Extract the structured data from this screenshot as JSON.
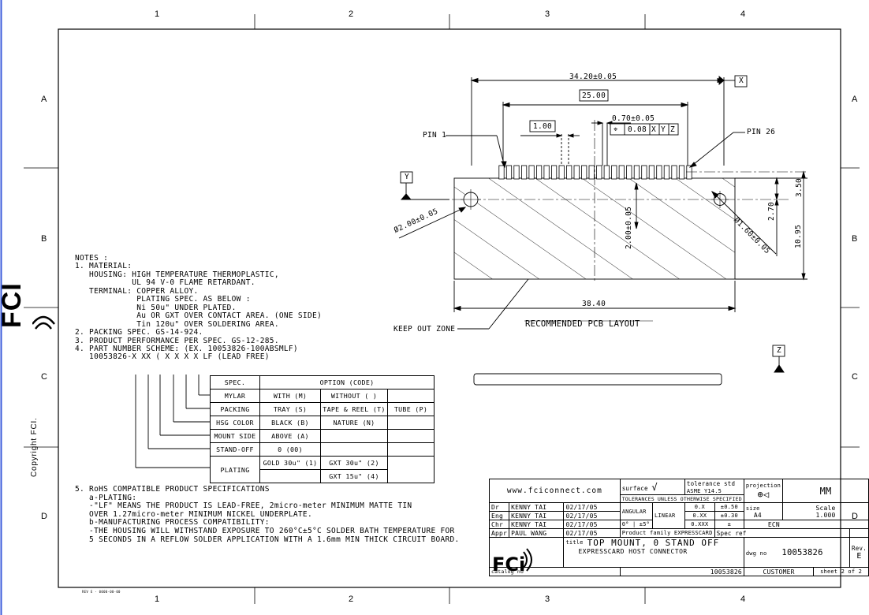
{
  "grid": {
    "columns": [
      "1",
      "2",
      "3",
      "4"
    ],
    "rows": [
      "A",
      "B",
      "C",
      "D"
    ]
  },
  "left_margin": {
    "logo": "FCI",
    "copyright": "Copyright FCI."
  },
  "bottom_tiny": "REV E - 0000-00-00",
  "drawing": {
    "dim_overall": "34.20±0.05",
    "dim_pitch_span": "25.00",
    "dim_pitch": "1.00",
    "dim_pad": "0.70±0.05",
    "fcf_symbol": "⌖",
    "fcf_tol": "0.08",
    "fcf_datum1": "X",
    "fcf_datum2": "Y",
    "fcf_datum3": "Z",
    "datum_x": "X",
    "datum_y": "Y",
    "datum_z": "Z",
    "pin1": "PIN 1",
    "pin26": "PIN 26",
    "hole_left": "Ø2.00±0.05",
    "hole_right": "Ø1.60±0.05",
    "dim_hole_center": "2.00±0.05",
    "dim_right_top": "3.50",
    "dim_right_mid": "2.70",
    "dim_right_full": "10.95",
    "dim_width": "38.40",
    "keep_out": "KEEP OUT ZONE",
    "layout_title": "RECOMMENDED PCB LAYOUT"
  },
  "notes": [
    "NOTES :",
    "1. MATERIAL:",
    "   HOUSING: HIGH TEMPERATURE THERMOPLASTIC,",
    "            UL 94 V-0 FLAME RETARDANT.",
    "   TERMINAL: COPPER ALLOY.",
    "             PLATING SPEC. AS BELOW :",
    "             Ni 50u\" UNDER PLATED.",
    "             Au OR GXT OVER CONTACT AREA. (ONE SIDE)",
    "             Tin 120u\" OVER SOLDERING AREA.",
    "2. PACKING SPEC. GS-14-924.",
    "3. PRODUCT PERFORMANCE PER SPEC. GS-12-285.",
    "4. PART NUMBER SCHEME: (EX. 10053826-100ABSMLF)",
    "   10053826-X XX ( X X X X LF (LEAD FREE)"
  ],
  "option_table": {
    "header": [
      "SPEC.",
      "OPTION (CODE)"
    ],
    "mylar": [
      "MYLAR",
      "WITH (M)",
      "WITHOUT ( )"
    ],
    "packing": [
      "PACKING",
      "TRAY (S)",
      "TAPE & REEL (T)",
      "TUBE (P)"
    ],
    "hsg": [
      "HSG COLOR",
      "BLACK (B)",
      "NATURE (N)"
    ],
    "mount": [
      "MOUNT SIDE",
      "ABOVE (A)"
    ],
    "standoff": [
      "STAND-OFF",
      "0 (00)"
    ],
    "plating": [
      "PLATING",
      "GOLD 30u\" (1)",
      "GXT 30u\" (2)",
      "GXT 15u\" (4)"
    ]
  },
  "rohs": [
    "5. RoHS COMPATIBLE PRODUCT SPECIFICATIONS",
    "   a-PLATING:",
    "   -\"LF\" MEANS THE PRODUCT IS LEAD-FREE, 2micro-meter MINIMUM MATTE TIN",
    "   OVER 1.27micro-meter MINIMUM NICKEL UNDERPLATE.",
    "   b-MANUFACTURING PROCESS COMPATIBILITY:",
    "   -THE HOUSING WILL WITHSTAND EXPOSURE TO 260°C±5°C SOLDER BATH TEMPERATURE FOR",
    "   5 SECONDS IN A REFLOW SOLDER APPLICATION WITH A 1.6mm MIN THICK CIRCUIT BOARD."
  ],
  "title_block": {
    "website": "www.fciconnect.com",
    "surface_label": "surface",
    "tolerance_std": "tolerance std",
    "asme": "ASME Y14.5",
    "projection": "projection",
    "units": "MM",
    "tol_note": "TOLERANCES UNLESS OTHERWISE SPECIFIED",
    "angular": "ANGULAR",
    "linear": "LINEAR",
    "ang_val": "0°",
    "ang_tol": "±5°",
    "lin": [
      [
        "0.X",
        "±0.50"
      ],
      [
        "0.XX",
        "±0.30"
      ],
      [
        "0.XXX",
        "±"
      ]
    ],
    "size_label": "size",
    "size": "A4",
    "scale_label": "Scale",
    "scale": "1.000",
    "ecn": "ECN",
    "spec_ref": "Spec ref",
    "product_family_label": "Product family",
    "product_family": "EXPRESSCARD",
    "people": [
      [
        "Dr",
        "KENNY TAI",
        "02/17/05"
      ],
      [
        "Eng",
        "KENNY TAI",
        "02/17/05"
      ],
      [
        "Chr",
        "KENNY TAI",
        "02/17/05"
      ],
      [
        "Appr",
        "PAUL WANG",
        "02/17/05"
      ]
    ],
    "title_label": "title",
    "title1": "TOP MOUNT, 0 STAND OFF",
    "title2": "EXPRESSCARD HOST CONNECTOR",
    "dwg_label": "dwg no",
    "dwg_no": "10053826",
    "rev_label": "Rev.",
    "rev": "E",
    "catalog_label": "catalog no",
    "catalog_no": "10053826",
    "customer": "CUSTOMER",
    "sheet": "sheet 2 of 2",
    "logo": "FCi"
  }
}
